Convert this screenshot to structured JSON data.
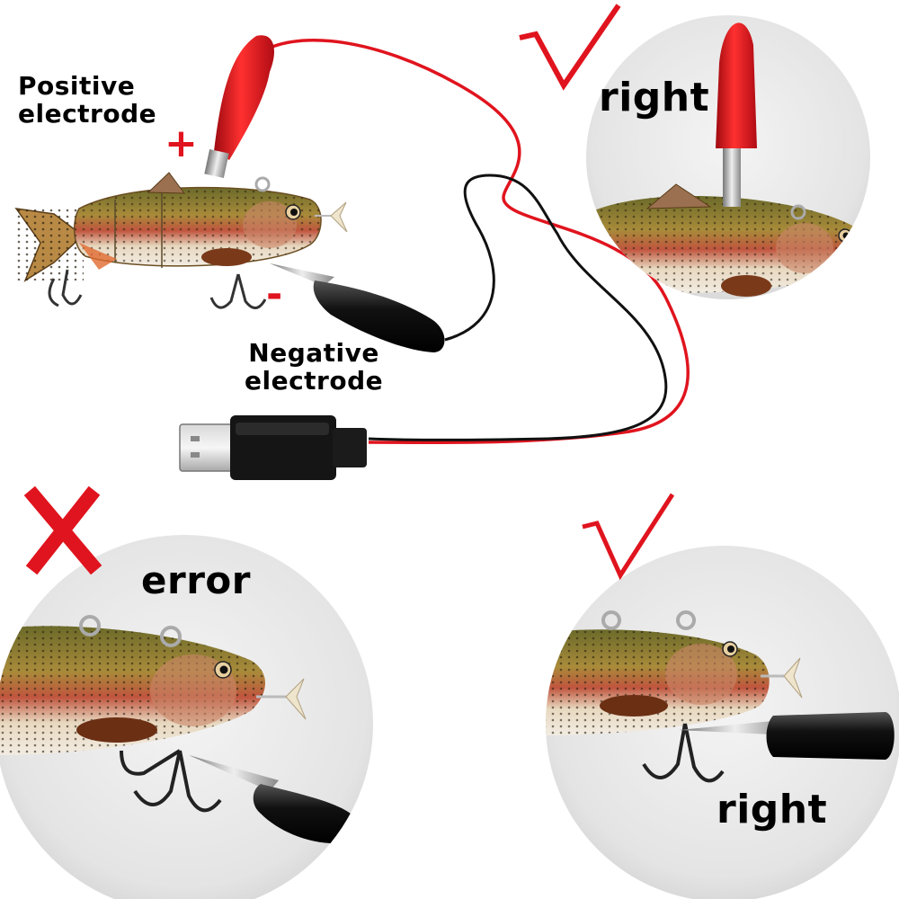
{
  "labels": {
    "positive_electrode": "Positive\nelectrode",
    "plus_sign": "+",
    "negative_electrode": "Negative\nelectrode",
    "minus_sign": "-",
    "top_right_status": "right",
    "bottom_left_status": "error",
    "bottom_right_status": "right"
  },
  "marks": {
    "top_right": "check-mark-icon",
    "bottom_left": "cross-mark-icon",
    "bottom_right": "check-mark-icon"
  },
  "colors": {
    "positive": "#e0141e",
    "negative": "#111111",
    "check": "#e0141e",
    "cross": "#e0141e",
    "text": "#000000"
  }
}
